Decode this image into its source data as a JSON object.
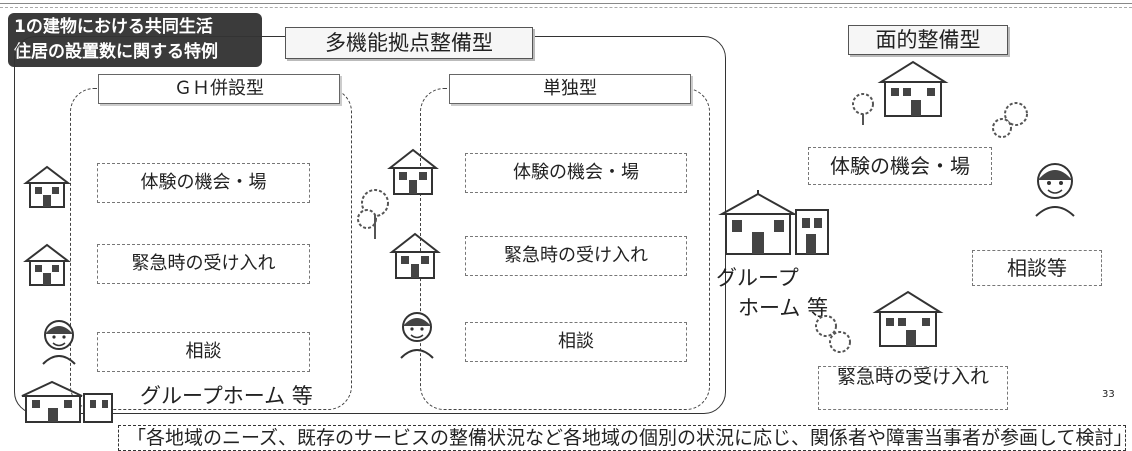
{
  "badge": {
    "line1": "1の建物における共同生活",
    "line2": "住居の設置数に関する特例"
  },
  "hub_title": "多機能拠点整備型",
  "ghtype": {
    "title": "ＧＨ併設型",
    "services": [
      "体験の機会・場",
      "緊急時の受け入れ",
      "相談"
    ],
    "caption": "グループホーム 等"
  },
  "standalone": {
    "title": "単独型",
    "services": [
      "体験の機会・場",
      "緊急時の受け入れ",
      "相談"
    ]
  },
  "area": {
    "title": "面的整備型",
    "experience": "体験の機会・場",
    "consult": "相談等",
    "emergency": "緊急時の受け入れ",
    "gh_line1": "グループ",
    "gh_line2": "ホーム 等"
  },
  "footer": "「各地域のニーズ、既存のサービスの整備状況など各地域の個別の状況に応じ、関係者や障害当事者が参画して検討」",
  "page_number": "33"
}
